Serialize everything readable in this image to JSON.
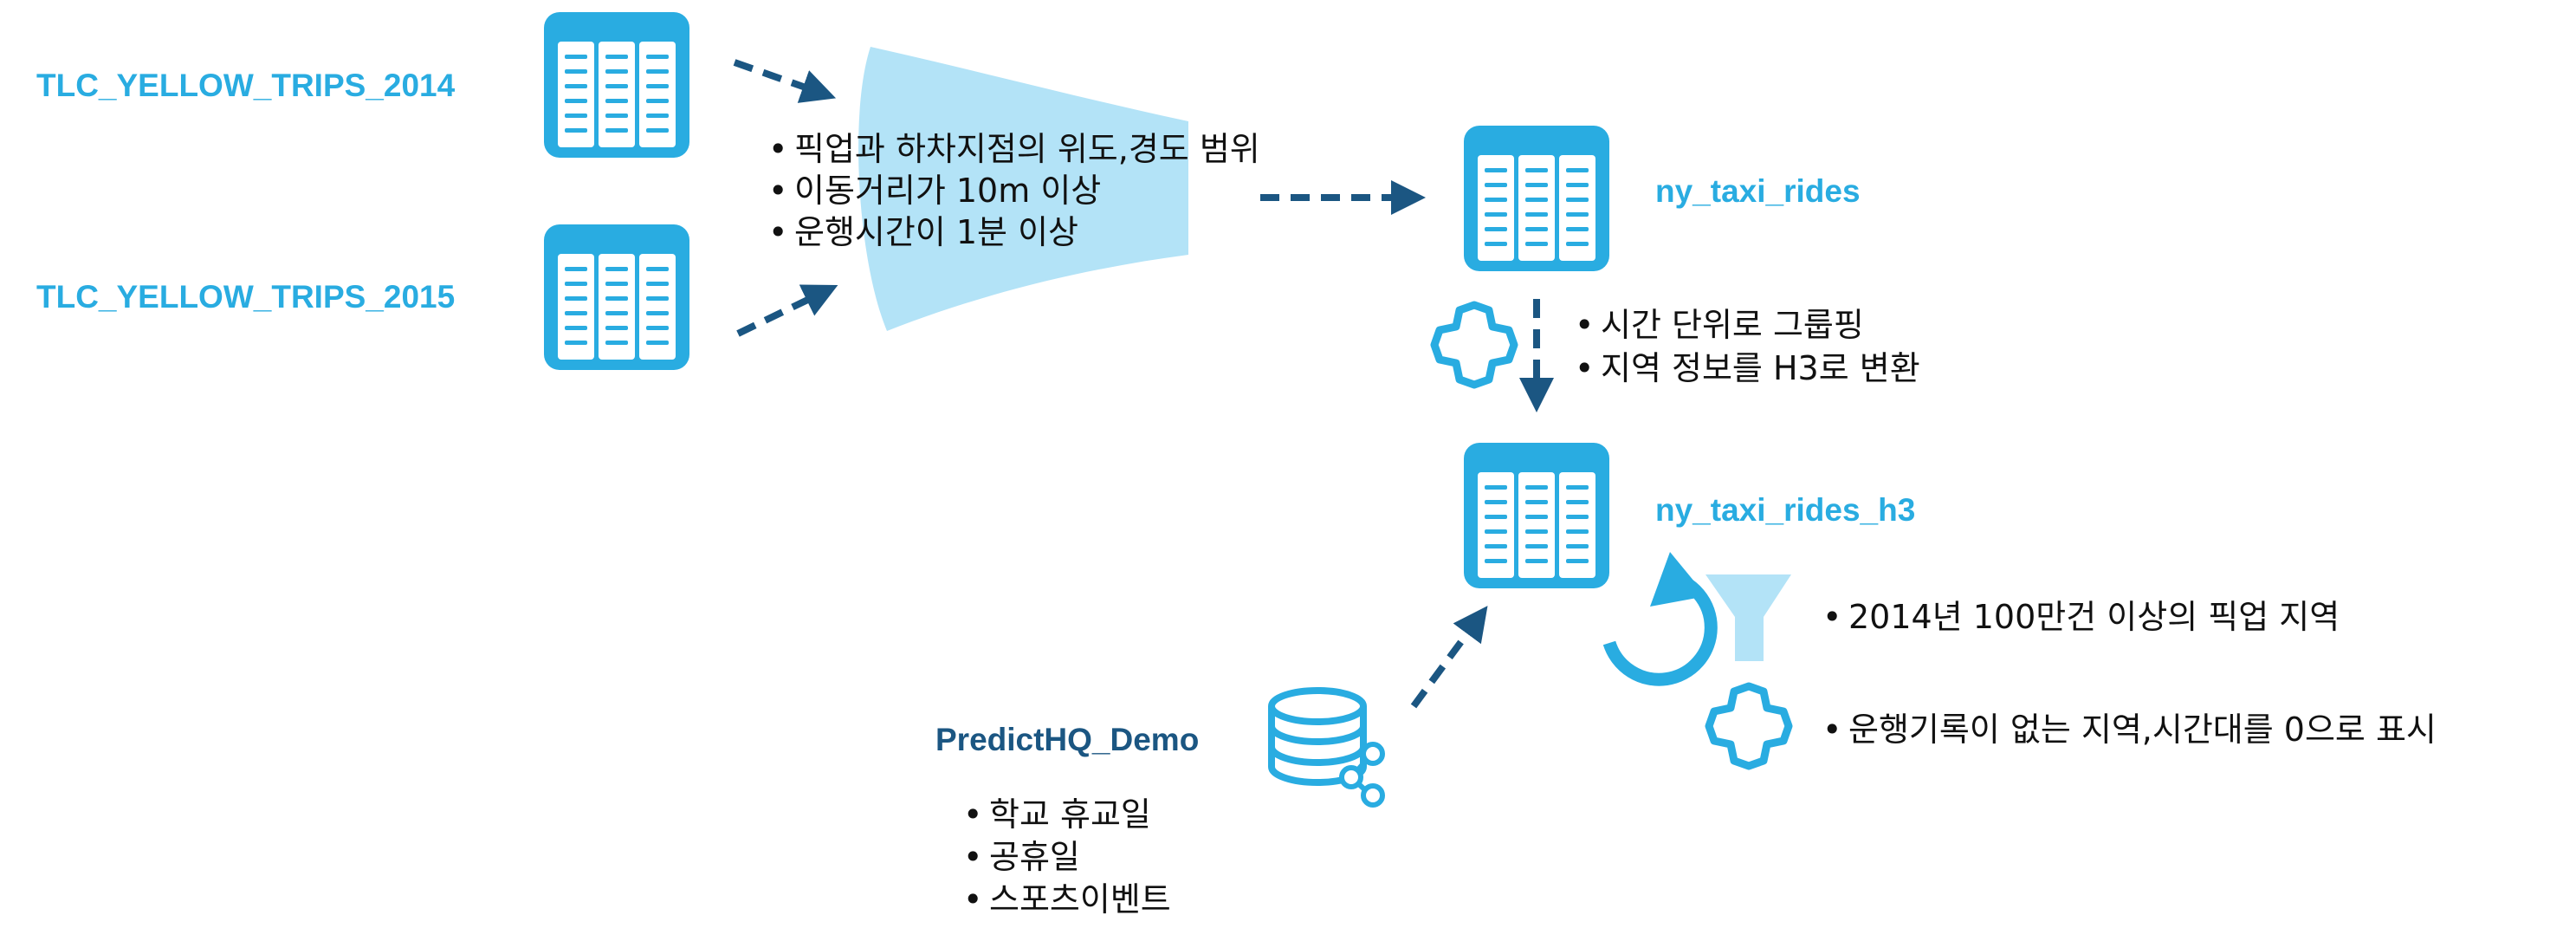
{
  "sources": {
    "tlc_2014": "TLC_YELLOW_TRIPS_2014",
    "tlc_2015": "TLC_YELLOW_TRIPS_2015"
  },
  "filter_conditions": [
    "픽업과 하차지점의 위도,경도 범위",
    "이동거리가 10m 이상",
    "운행시간이 1분 이상"
  ],
  "tables": {
    "rides": "ny_taxi_rides",
    "rides_h3": "ny_taxi_rides_h3"
  },
  "transform_steps": [
    "시간 단위로 그룹핑",
    "지역 정보를 H3로 변환"
  ],
  "post_filter": "2014년 100만건 이상의 픽업 지역",
  "post_transform": "운행기록이 없는 지역,시간대를 0으로 표시",
  "external": {
    "name": "PredictHQ_Demo",
    "items": [
      "학교 휴교일",
      "공휴일",
      "스포츠이벤트"
    ]
  },
  "colors": {
    "accent": "#29ace1",
    "funnel": "#b3e3f7",
    "arrow": "#1b5682",
    "text": "#111111"
  }
}
